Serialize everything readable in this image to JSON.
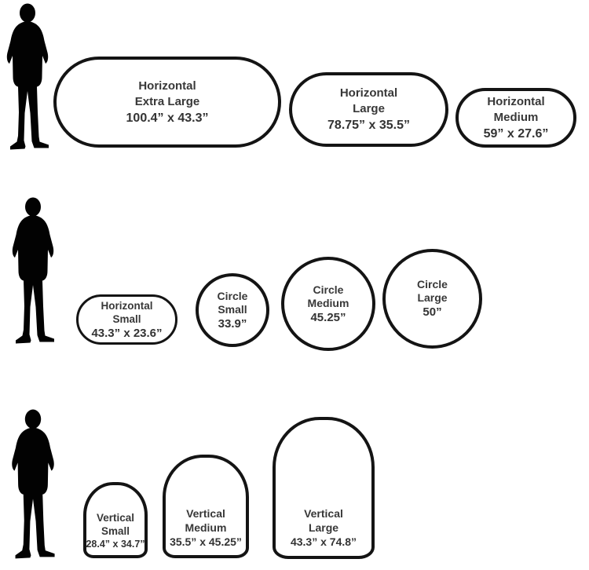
{
  "colors": {
    "background": "#ffffff",
    "shape_border": "#141414",
    "text": "#333333",
    "silhouette": "#020202"
  },
  "shapes": {
    "horizontal_extra_large": {
      "line1": "Horizontal",
      "line2": "Extra Large",
      "size": "100.4” x 43.3”"
    },
    "horizontal_large": {
      "line1": "Horizontal",
      "line2": "Large",
      "size": "78.75” x 35.5”"
    },
    "horizontal_medium": {
      "line1": "Horizontal",
      "line2": "Medium",
      "size": "59” x 27.6”"
    },
    "horizontal_small": {
      "line1": "Horizontal",
      "line2": "Small",
      "size": "43.3” x 23.6”"
    },
    "circle_small": {
      "line1": "Circle",
      "line2": "Small",
      "size": "33.9”"
    },
    "circle_medium": {
      "line1": "Circle",
      "line2": "Medium",
      "size": "45.25”"
    },
    "circle_large": {
      "line1": "Circle",
      "line2": "Large",
      "size": "50”"
    },
    "vertical_small": {
      "line1": "Vertical",
      "line2": "Small",
      "size": "28.4” x 34.7”"
    },
    "vertical_medium": {
      "line1": "Vertical",
      "line2": "Medium",
      "size": "35.5” x 45.25”"
    },
    "vertical_large": {
      "line1": "Vertical",
      "line2": "Large",
      "size": "43.3” x 74.8”"
    }
  }
}
